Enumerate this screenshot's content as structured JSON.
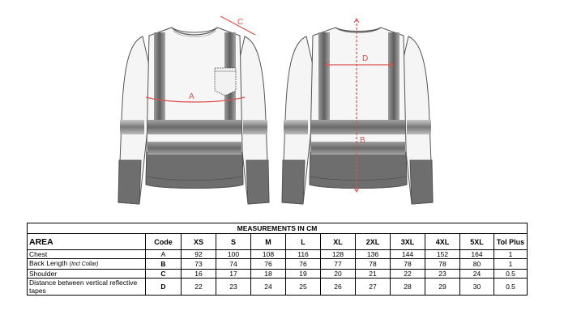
{
  "diagram": {
    "labels": {
      "a": "A",
      "b": "B",
      "c": "C",
      "d": "D"
    },
    "accent_color": "#d9534f",
    "garment_colors": {
      "body": "#f4f4f4",
      "lower_band": "#6e6e6e",
      "tape": "#8a8a8a",
      "outline": "#555555"
    }
  },
  "table": {
    "title": "MEASUREMENTS IN CM",
    "headers": {
      "area": "AREA",
      "code": "Code",
      "sizes": [
        "XS",
        "S",
        "M",
        "L",
        "XL",
        "2XL",
        "3XL",
        "4XL",
        "5XL"
      ],
      "tol": "Tol Plus"
    },
    "rows": [
      {
        "area": "Chest",
        "area_note": "",
        "code": "A",
        "values": [
          "92",
          "100",
          "108",
          "116",
          "128",
          "136",
          "144",
          "152",
          "164"
        ],
        "tol": "1"
      },
      {
        "area": "Back Length",
        "area_note": "(Incl Collar)",
        "code": "B",
        "values": [
          "73",
          "74",
          "76",
          "76",
          "77",
          "78",
          "78",
          "78",
          "80"
        ],
        "tol": "1"
      },
      {
        "area": "Shoulder",
        "area_note": "",
        "code": "C",
        "values": [
          "16",
          "17",
          "18",
          "19",
          "20",
          "21",
          "22",
          "23",
          "24"
        ],
        "tol": "0.5"
      },
      {
        "area": "Distance between vertical reflective tapes",
        "area_note": "",
        "code": "D",
        "values": [
          "22",
          "23",
          "24",
          "25",
          "26",
          "27",
          "28",
          "29",
          "30"
        ],
        "tol": "0.5"
      }
    ]
  }
}
